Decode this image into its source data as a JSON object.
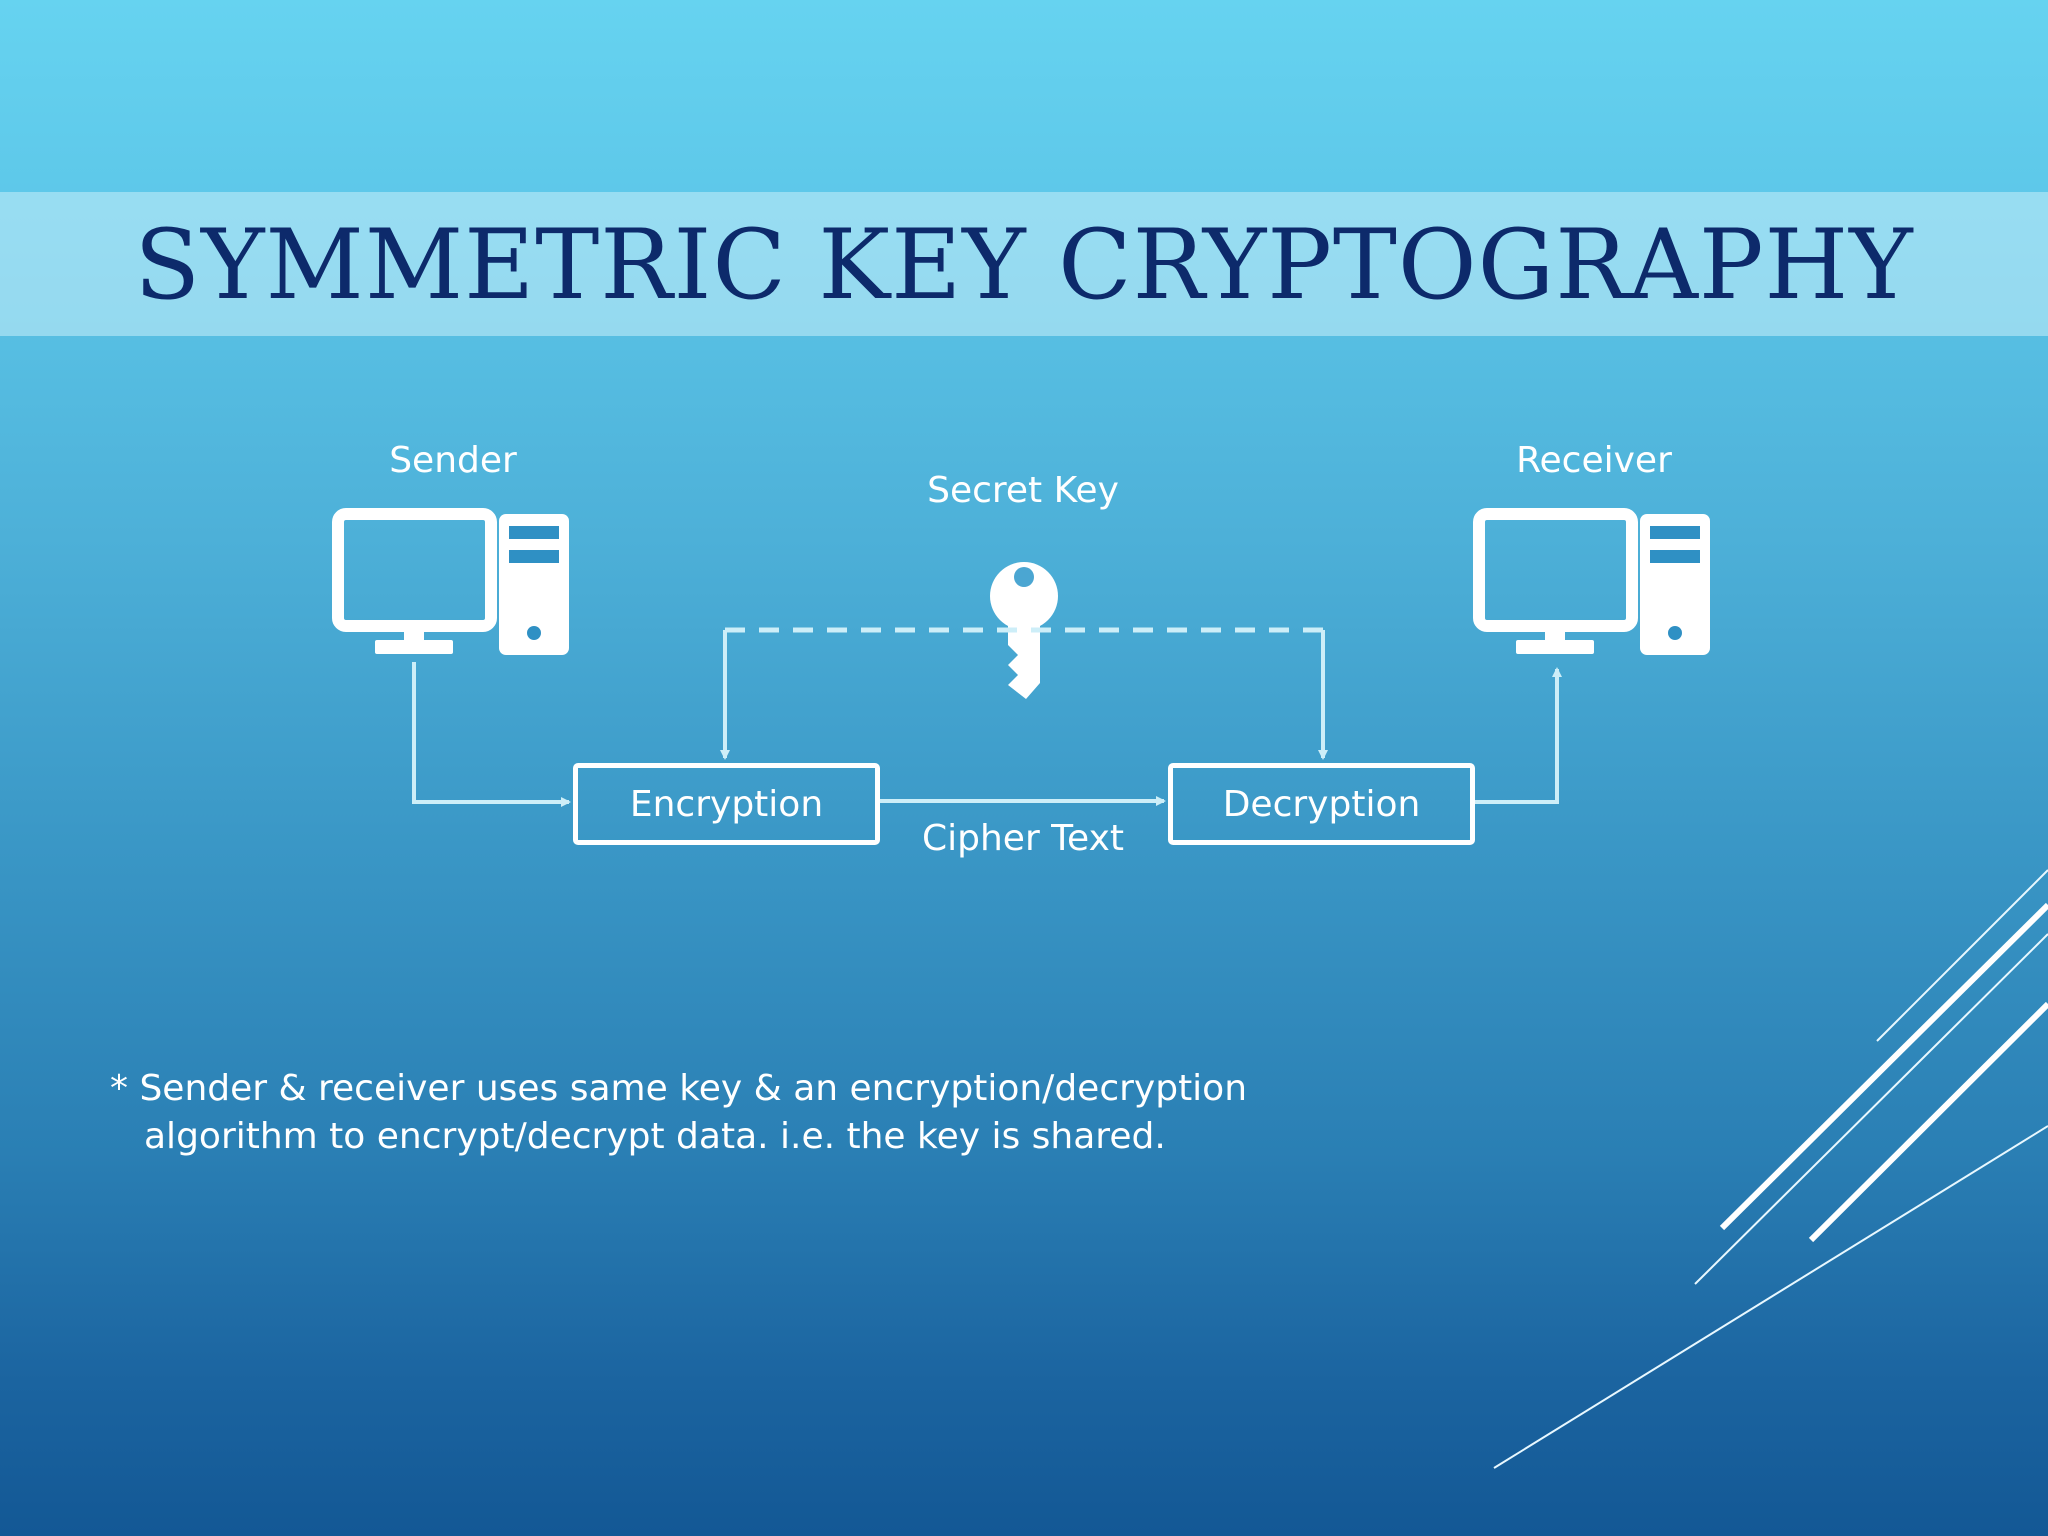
{
  "slide": {
    "title": "SYMMETRIC KEY CRYPTOGRAPHY",
    "background_colors": [
      "#66d3f0",
      "#135895"
    ],
    "title_color": "#0d2a6b"
  },
  "diagram": {
    "sender_label": "Sender",
    "receiver_label": "Receiver",
    "secret_key_label": "Secret Key",
    "encryption_label": "Encryption",
    "decryption_label": "Decryption",
    "cipher_text_label": "Cipher Text",
    "icons": [
      "computer-icon",
      "computer-icon",
      "key-icon"
    ]
  },
  "note": {
    "line1": "* Sender & receiver uses same key & an encryption/decryption",
    "line2": "algorithm to encrypt/decrypt data. i.e. the key is shared."
  }
}
